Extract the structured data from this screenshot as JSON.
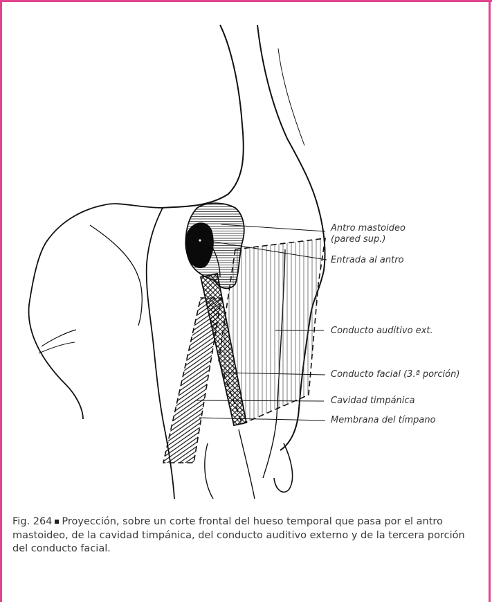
{
  "labels": {
    "antro_line1": "Antro mastoideo",
    "antro_line2": "(pared sup.)",
    "entrada": "Entrada al antro",
    "conducto_auditivo": "Conducto auditivo ext.",
    "conducto_facial": "Conducto facial (3.ª porción)",
    "cavidad": "Cavidad timpánica",
    "membrana": "Membrana del tímpano"
  },
  "caption": {
    "figure_number": "Fig. 264",
    "text": "Proyección, sobre un corte frontal del hueso temporal que pasa por el antro mastoideo, de la cavidad timpánica, del conducto auditivo externo y de la tercera porción del conducto facial."
  },
  "colors": {
    "frame": "#e0448f",
    "ink": "#111111",
    "text": "#333333"
  }
}
